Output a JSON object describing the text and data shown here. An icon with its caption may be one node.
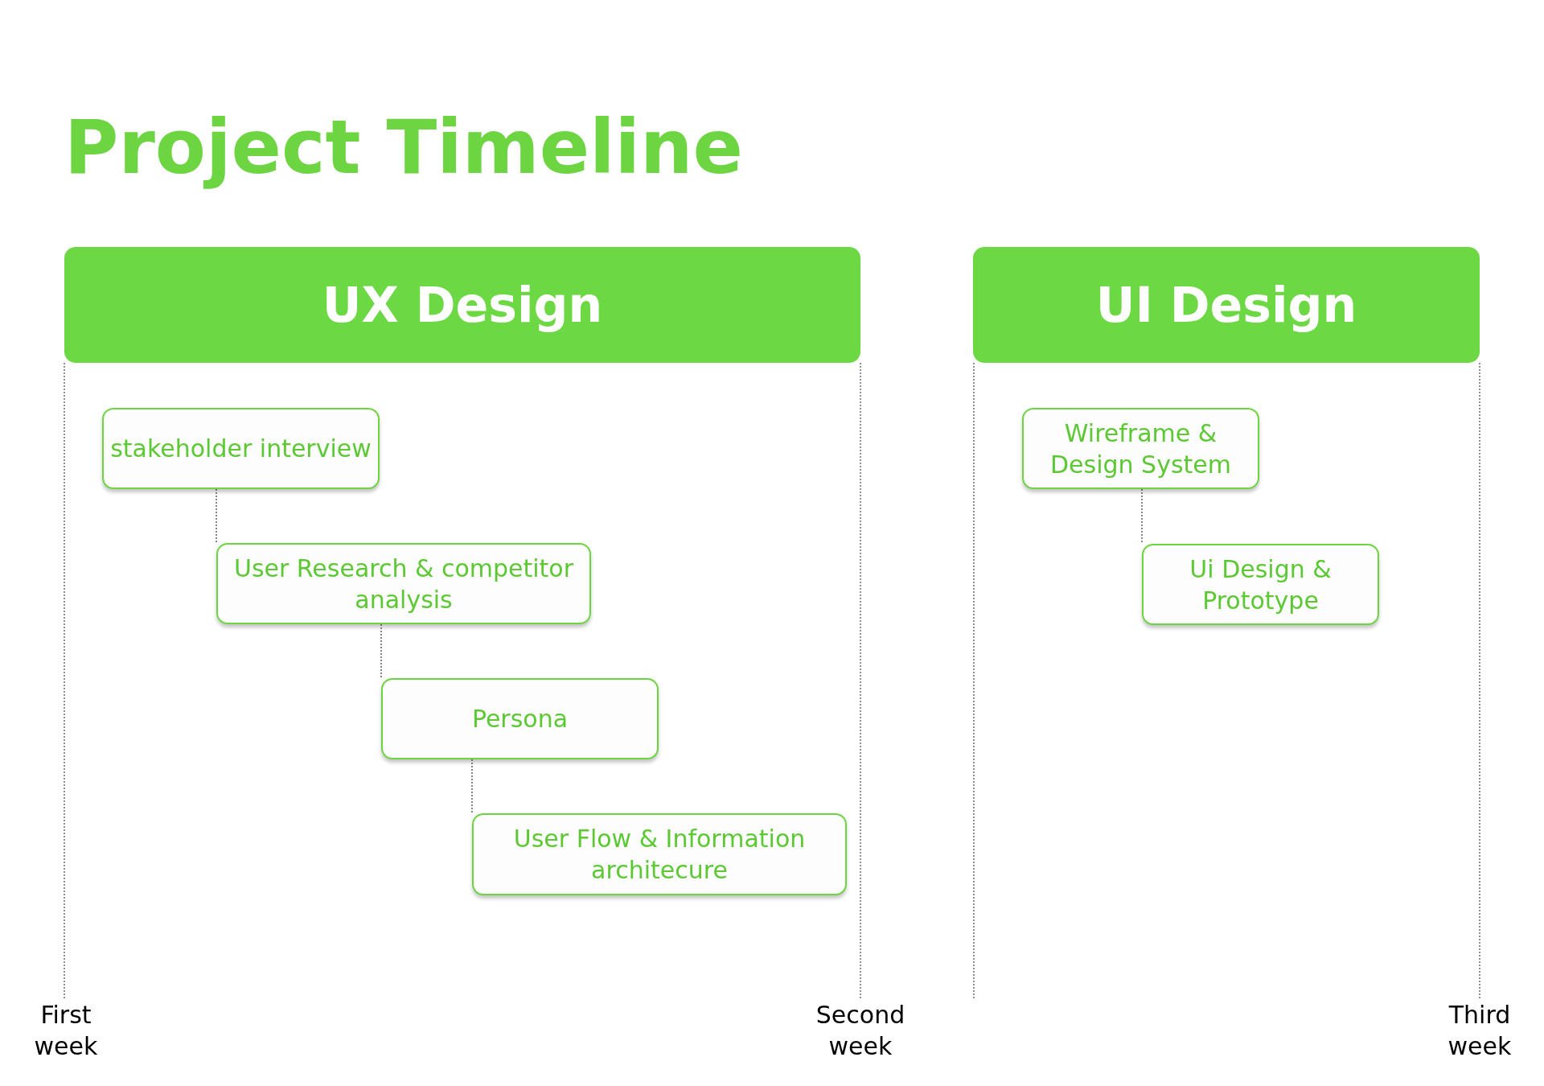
{
  "diagram": {
    "title": "Project Timeline",
    "nodes": [
      {
        "text": [
          "UX Design"
        ]
      },
      {
        "text": [
          "stakeholder interview"
        ]
      },
      {
        "text": [
          "User Research & competitor analysis"
        ]
      },
      {
        "text": [
          "Persona"
        ]
      },
      {
        "text": [
          "User Flow & Information architecure"
        ]
      },
      {
        "text": [
          "UI Design"
        ]
      },
      {
        "text": [
          "Wireframe & Design System"
        ]
      },
      {
        "text": [
          "Ui Design & Prototype"
        ]
      }
    ],
    "edges": [
      {
        "from": 1,
        "to": 2,
        "arrow": "none"
      },
      {
        "from": 2,
        "to": 3,
        "arrow": "none"
      },
      {
        "from": 3,
        "to": 4,
        "arrow": "none"
      },
      {
        "from": 6,
        "to": 7,
        "arrow": "none"
      }
    ],
    "labels": [
      "First week",
      "Second week",
      "Third week"
    ]
  }
}
